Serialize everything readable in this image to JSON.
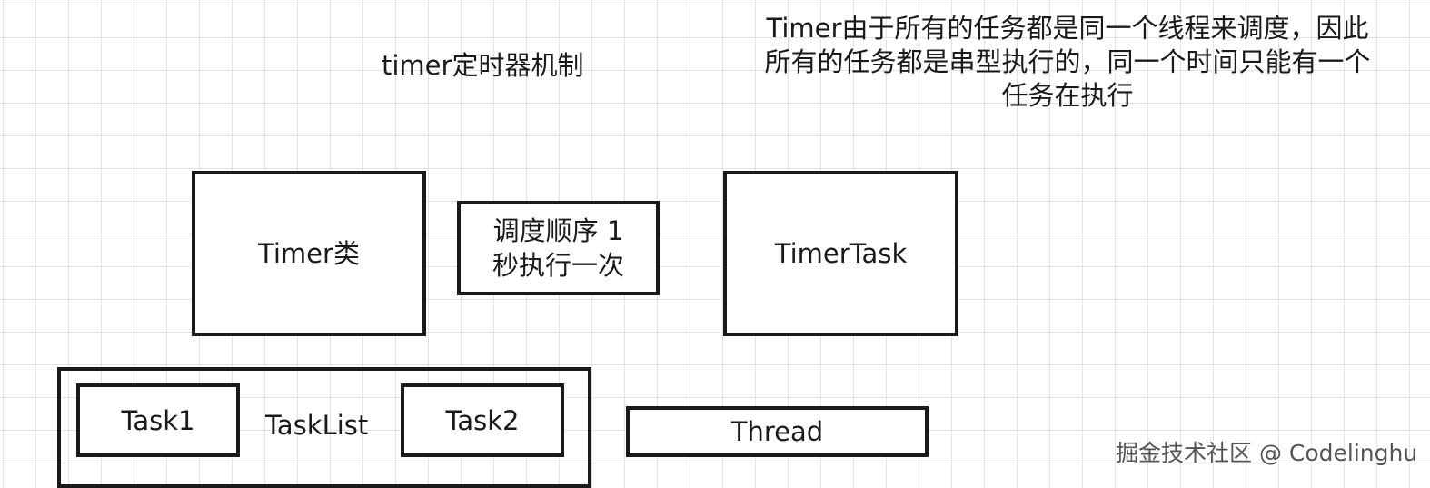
{
  "diagram": {
    "title": "timer定时器机制",
    "note_lines": [
      "Timer由于所有的任务都是同一个线程来调度，因此",
      "所有的任务都是串型执行的，同一个时间只能有一个",
      "任务在执行"
    ],
    "boxes": {
      "timer": "Timer类",
      "schedule_lines": [
        "调度顺序 1",
        "秒执行一次"
      ],
      "timer_task": "TimerTask",
      "task_list": "TaskList",
      "task1": "Task1",
      "task2": "Task2",
      "thread": "Thread"
    },
    "watermark": "掘金技术社区 @ Codelinghu"
  },
  "colors": {
    "background": "#ffffff",
    "grid": "#e3e3e3",
    "stroke": "#1a1a1a"
  }
}
